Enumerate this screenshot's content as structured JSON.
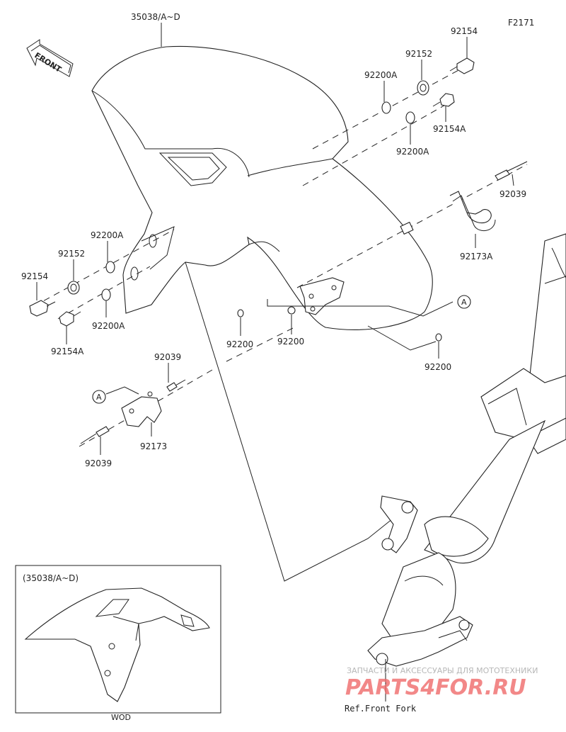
{
  "figure_code": "F2171",
  "direction_label": "FRONT",
  "parts": {
    "fender": "35038/A~D",
    "bolt_top_right": "92154",
    "washer_top_right": "92152",
    "ring_top_right": "92200A",
    "bolt_a_top_right": "92154A",
    "ring2_top_right": "92200A",
    "pin_right": "92039",
    "clamp_right": "92173A",
    "ref_marker_right": "A",
    "nut_1": "92200",
    "nut_2": "92200",
    "nut_3": "92200",
    "ring_left": "92200A",
    "washer_left": "92152",
    "bolt_left": "92154",
    "ring2_left": "92200A",
    "bolt_a_left": "92154A",
    "pin_left_top": "92039",
    "ref_marker_left": "A",
    "clamp_left": "92173",
    "pin_left_bottom": "92039"
  },
  "inset": {
    "title": "(35038/A~D)",
    "caption": "WOD"
  },
  "reference": "Ref.Front Fork",
  "watermark": {
    "line1": "ЗАПЧАСТИ И АКСЕССУАРЫ ДЛЯ МОТОТЕХНИКИ",
    "line2": "PARTS4FOR.RU"
  }
}
